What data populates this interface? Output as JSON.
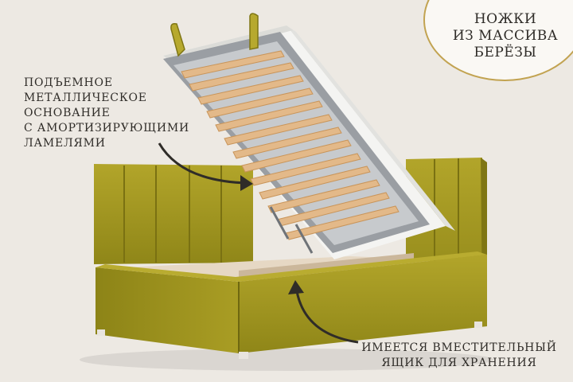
{
  "badge": {
    "line1": "НОЖКИ",
    "line2": "ИЗ МАССИВА",
    "line3": "БЕРЁЗЫ"
  },
  "callout_top": {
    "line1": "ПОДЪЕМНОЕ",
    "line2": "МЕТАЛЛИЧЕСКОЕ",
    "line3": "ОСНОВАНИЕ",
    "line4": "С АМОРТИЗИРУЮЩИМИ",
    "line5": "ЛАМЕЛЯМИ"
  },
  "callout_bottom": {
    "line1": "ИМЕЕТСЯ ВМЕСТИТЕЛЬНЫЙ",
    "line2": "ЯЩИК ДЛЯ ХРАНЕНИЯ"
  },
  "colors": {
    "background": "#ede9e3",
    "velvet": "#a69a22",
    "velvet_dark": "#7f7614",
    "accent_gold": "#c2a351",
    "slats": "#e3b989",
    "frame_metal": "#9a9ea3",
    "mattress": "#f4f4f2",
    "text": "#2f2c28"
  }
}
